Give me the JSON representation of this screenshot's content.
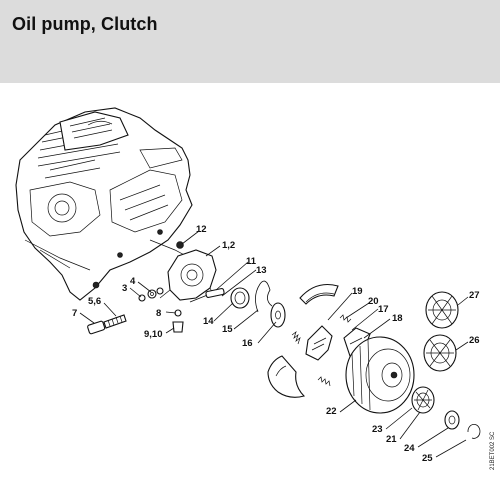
{
  "header": {
    "title": "Oil pump, Clutch"
  },
  "drawing_code": "21BET002 SC",
  "callouts": [
    "12",
    "1,2",
    "11",
    "13",
    "4",
    "3",
    "5,6",
    "7",
    "8",
    "9,10",
    "14",
    "15",
    "16",
    "19",
    "20",
    "17",
    "18",
    "27",
    "26",
    "22",
    "23",
    "21",
    "24",
    "25"
  ]
}
